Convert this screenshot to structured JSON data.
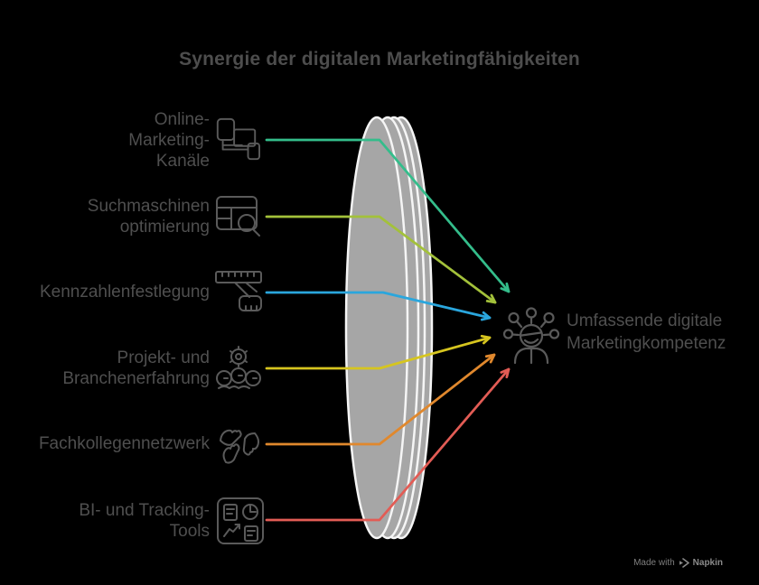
{
  "title": "Synergie der digitalen Marketingfähigkeiten",
  "items": [
    {
      "label": "Online-Marketing-Kanäle",
      "lines": [
        "Online-",
        "Marketing-",
        "Kanäle"
      ],
      "icon": "devices-icon",
      "color": "#34bd8b"
    },
    {
      "label": "Suchmaschinenoptimierung",
      "lines": [
        "Suchmaschinen",
        "optimierung"
      ],
      "icon": "search-table-icon",
      "color": "#a3c13a"
    },
    {
      "label": "Kennzahlenfestlegung",
      "lines": [
        "Kennzahlenfestlegung"
      ],
      "icon": "measuring-tape-icon",
      "color": "#2aa6dd"
    },
    {
      "label": "Projekt- und Branchenerfahrung",
      "lines": [
        "Projekt- und",
        "Branchenerfahrung"
      ],
      "icon": "gears-icon",
      "color": "#d6c51f"
    },
    {
      "label": "Fachkollegennetzwerk",
      "lines": [
        "Fachkollegennetzwerk"
      ],
      "icon": "hands-network-icon",
      "color": "#e0882d"
    },
    {
      "label": "BI- und Tracking-Tools",
      "lines": [
        "BI- und Tracking-",
        "Tools"
      ],
      "icon": "dashboard-icon",
      "color": "#e25c55"
    }
  ],
  "result": {
    "label": "Umfassende digitale Marketingkompetenz",
    "lines": [
      "Umfassende digitale",
      "Marketingkompetenz"
    ],
    "icon": "person-skills-icon"
  },
  "footer": {
    "made_with": "Made with",
    "brand": "Napkin"
  },
  "colors": {
    "background": "#000000",
    "text": "#4f4f4f",
    "icon_stroke": "#5a5a5a",
    "lens_fill": "#a6a6a6",
    "lens_stroke": "#f5f5f5",
    "footer_text": "#7f7f7f"
  }
}
